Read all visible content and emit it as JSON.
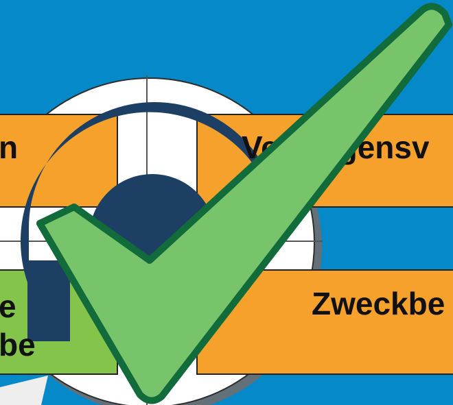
{
  "boxes": {
    "top_left_text": "n",
    "top_right_text": "Vermögensv",
    "bottom_left_line1": "e",
    "bottom_left_line2": "be",
    "bottom_right_text": "Zweckbe"
  },
  "colors": {
    "background": "#0589c9",
    "orange_box": "#f7a12d",
    "green_box": "#84c44a",
    "dark_navy": "#1c3f63",
    "check_fill": "#78c46a",
    "check_stroke": "#116b3a",
    "crosshair_ring": "#ffffff"
  },
  "icons": {
    "checkmark": "checkmark-icon",
    "crosshair": "crosshair-target-icon",
    "letter_c_shape": "c-shape-icon"
  }
}
